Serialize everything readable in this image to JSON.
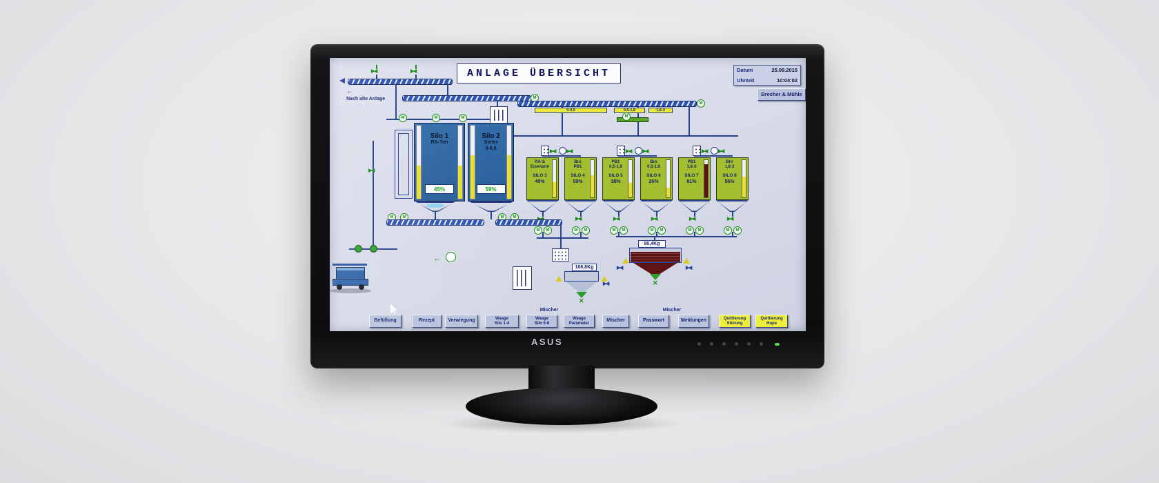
{
  "monitor": {
    "brand": "ASUS",
    "power_led_color": "#5ad05a"
  },
  "icons": {
    "valve": "▶◀",
    "motor": "M",
    "arrow_left": "←",
    "mixer": "✕"
  },
  "colors": {
    "navy": "#1b2a6e",
    "line_blue": "#27408f",
    "silo_blue": "#2e6ba8",
    "silo_green": "#a3be2e",
    "gauge_yellow": "#e8e030",
    "gauge_maroon": "#5a1414",
    "alarm_yellow": "#f0ee3c",
    "ok_green": "#1c8a1c"
  },
  "screen": {
    "title": "ANLAGE ÜBERSICHT",
    "info": {
      "date_label": "Datum",
      "date_value": "25.09.2015",
      "time_label": "Uhrzeit",
      "time_value": "10:04:02"
    },
    "brecher_button": "Brecher & Mühle",
    "nach_label": "Nach alte Anlage",
    "feeder_labels": [
      "0-0,5",
      "0,5-1,8",
      "1,8-3"
    ],
    "big_silos": [
      {
        "name": "Silo 1",
        "material_line1": "RA-Ton",
        "material_line2": "",
        "pct": "45%",
        "fill": 45
      },
      {
        "name": "Silo 2",
        "material_line1": "Sinter",
        "material_line2": "0-0,5",
        "pct": "59%",
        "fill": 59
      }
    ],
    "green_silos": [
      {
        "material_line1": "RA-S",
        "material_line2": "Eisenarm",
        "name": "SILO 3",
        "pct": "40%",
        "fill": 40,
        "gauge_color": "#e8e030"
      },
      {
        "material_line1": "Bro",
        "material_line2": "PB1",
        "name": "SILO 4",
        "pct": "59%",
        "fill": 59,
        "gauge_color": "#e8e030"
      },
      {
        "material_line1": "PB1",
        "material_line2": "0,5-1,8",
        "name": "SILO 5",
        "pct": "38%",
        "fill": 38,
        "gauge_color": "#e8e030"
      },
      {
        "material_line1": "Bro",
        "material_line2": "0,5-1,8",
        "name": "SILO 6",
        "pct": "26%",
        "fill": 26,
        "gauge_color": "#e8e030"
      },
      {
        "material_line1": "PB1",
        "material_line2": "1,8-3",
        "name": "SILO 7",
        "pct": "81%",
        "fill": 88,
        "gauge_color": "#5a1414"
      },
      {
        "material_line1": "Bro",
        "material_line2": "1,8-3",
        "name": "SILO 8",
        "pct": "56%",
        "fill": 56,
        "gauge_color": "#e8e030"
      }
    ],
    "scales": [
      {
        "value": "106,8Kg",
        "label": "Mischer"
      },
      {
        "value": "80,4Kg",
        "label": "Mischer"
      }
    ],
    "buttons": [
      {
        "line1": "Befüllung",
        "line2": "",
        "accent": "gray"
      },
      {
        "line1": "Rezept",
        "line2": "",
        "accent": "gray"
      },
      {
        "line1": "Verwiegung",
        "line2": "",
        "accent": "gray"
      },
      {
        "line1": "Waage",
        "line2": "Silo 1-4",
        "accent": "gray"
      },
      {
        "line1": "Waage",
        "line2": "Silo 5-8",
        "accent": "gray"
      },
      {
        "line1": "Waage",
        "line2": "Parameter",
        "accent": "gray"
      },
      {
        "line1": "Mischer",
        "line2": "",
        "accent": "gray"
      },
      {
        "line1": "Passwort",
        "line2": "",
        "accent": "gray"
      },
      {
        "line1": "Meldungen",
        "line2": "",
        "accent": "gray"
      },
      {
        "line1": "Quittierung",
        "line2": "Störung",
        "accent": "yellow"
      },
      {
        "line1": "Quittierung",
        "line2": "Hupe",
        "accent": "yellow"
      }
    ]
  }
}
